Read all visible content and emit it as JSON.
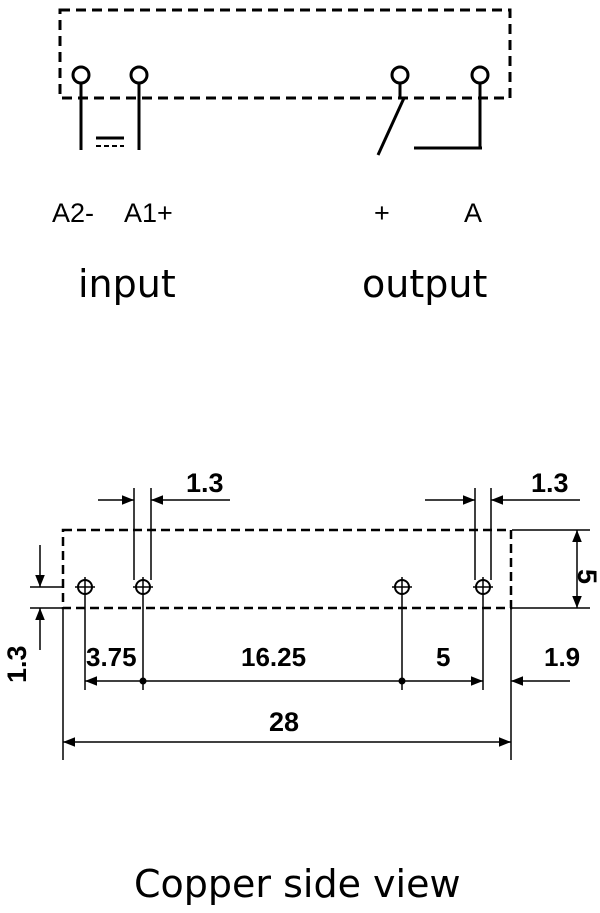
{
  "schematic": {
    "terminals": [
      "A2-",
      "A1+",
      "+",
      "A"
    ],
    "groups": [
      "input",
      "output"
    ]
  },
  "drawing": {
    "dims": {
      "pin_top_left": "1.3",
      "pin_top_right": "1.3",
      "height": "5",
      "left_offset": "1.3",
      "d1": "3.75",
      "d2": "16.25",
      "d3": "5",
      "d4": "1.9",
      "total": "28"
    },
    "caption": "Copper side view"
  }
}
